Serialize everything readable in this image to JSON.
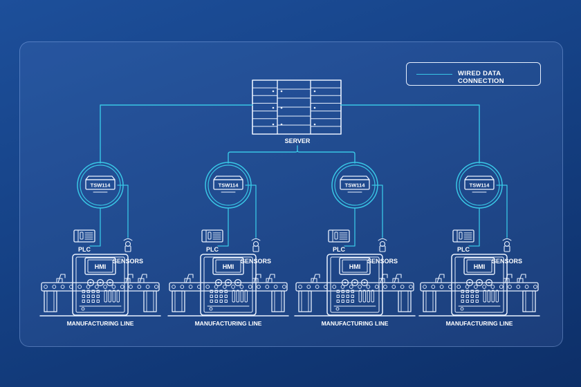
{
  "legend": {
    "label": "WIRED DATA CONNECTION"
  },
  "server": {
    "label": "SERVER"
  },
  "units": [
    {
      "switch": "TSW114",
      "plc": "PLC",
      "hmi": "HMI",
      "sensors": "SENSORS",
      "line": "MANUFACTURING LINE"
    },
    {
      "switch": "TSW114",
      "plc": "PLC",
      "hmi": "HMI",
      "sensors": "SENSORS",
      "line": "MANUFACTURING LINE"
    },
    {
      "switch": "TSW114",
      "plc": "PLC",
      "hmi": "HMI",
      "sensors": "SENSORS",
      "line": "MANUFACTURING LINE"
    },
    {
      "switch": "TSW114",
      "plc": "PLC",
      "hmi": "HMI",
      "sensors": "SENSORS",
      "line": "MANUFACTURING LINE"
    }
  ],
  "colors": {
    "connection": "#39c7e6",
    "line_art": "#eaf2ff"
  }
}
